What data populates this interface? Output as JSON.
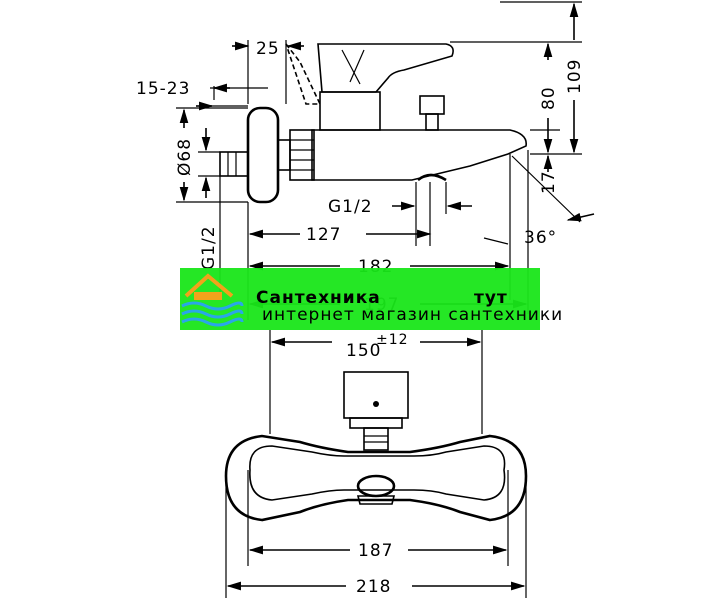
{
  "dimensions": {
    "top_width": "25",
    "connection_range": "15-23",
    "rosette_diameter": "Ø68",
    "thread_left": "G1/2",
    "thread_outlet": "G1/2",
    "spout_to_outlet": "127",
    "spout_length": "182",
    "total_length": "197",
    "lever_height": "80",
    "total_height": "109",
    "spout_height": "17",
    "lever_angle": "36°",
    "centers": "150",
    "centers_tolerance": "±12",
    "body_width": "187",
    "overall_width": "218"
  },
  "banner": {
    "title": "Сантехника",
    "title_suffix": "тут",
    "subtitle": "интернет магазин сантехники",
    "color": "#19e619"
  }
}
